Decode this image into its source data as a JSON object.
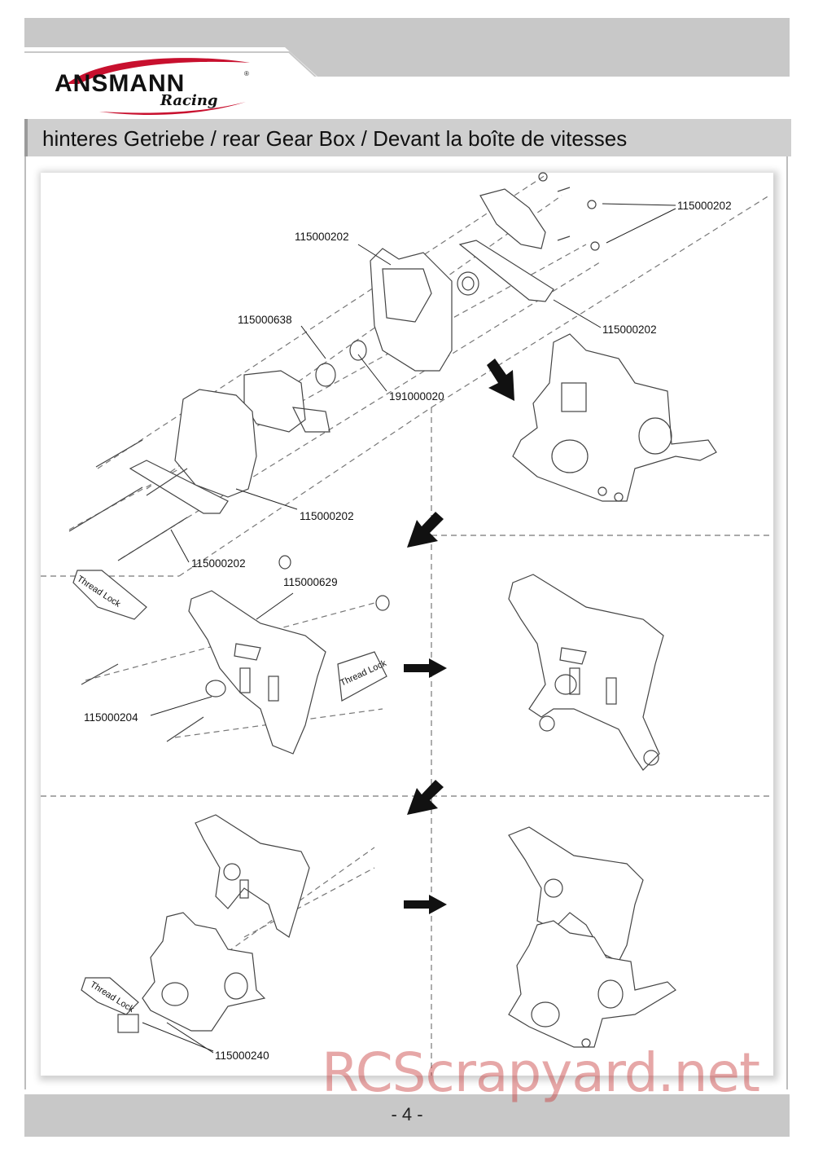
{
  "brand": {
    "name": "ANSMANN",
    "sub": "Racing"
  },
  "section_title": "hinteres Getriebe / rear Gear Box / Devant la boîte de vitesses",
  "labels": {
    "p1": "115000202",
    "p2": "115000202",
    "p3": "115000638",
    "p4": "115000202",
    "p5": "191000020",
    "p6": "115000202",
    "p7": "115000202",
    "p8": "115000629",
    "p9": "115000204",
    "p10": "115000240"
  },
  "thread_lock": "Thread Lock",
  "page_number": "- 4 -",
  "watermark": "RCScrapyard.net",
  "colors": {
    "accent_red": "#c8102e",
    "header_grey": "#c8c8c8",
    "title_grey": "#cfcfcf"
  }
}
